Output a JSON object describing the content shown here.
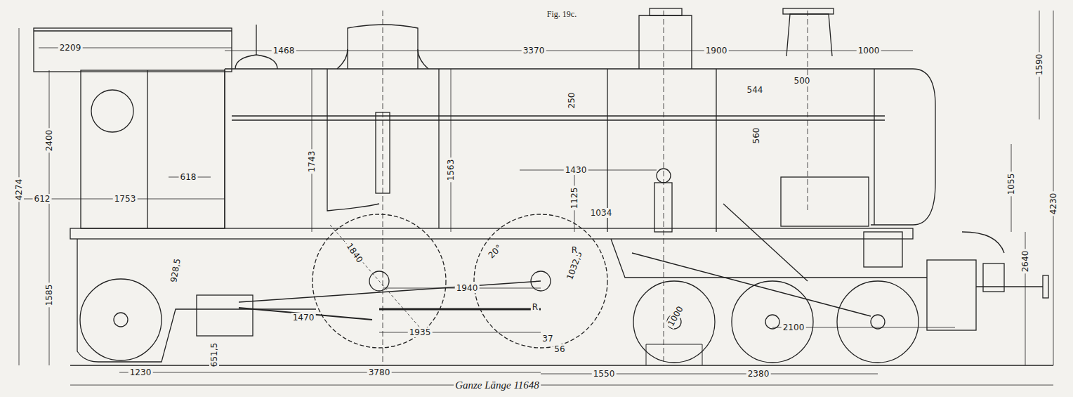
{
  "diagram": {
    "title": "Fig. 19c.",
    "labels": [
      "2209",
      "1468",
      "3370",
      "1900",
      "1000",
      "1590",
      "4274",
      "2400",
      "250",
      "544",
      "500",
      "560",
      "1743",
      "1563",
      "1430",
      "1055",
      "4230",
      "618",
      "612",
      "1753",
      "1125",
      "1034",
      "2640",
      "1585",
      "1840",
      "928,5",
      "20°",
      "1032,5",
      "1940",
      "1935",
      "1470",
      "37",
      "56",
      "1000",
      "2100",
      "651,5",
      "1230",
      "3780",
      "1550",
      "2380",
      "Ganze Länge 11648",
      "R",
      "R"
    ]
  }
}
